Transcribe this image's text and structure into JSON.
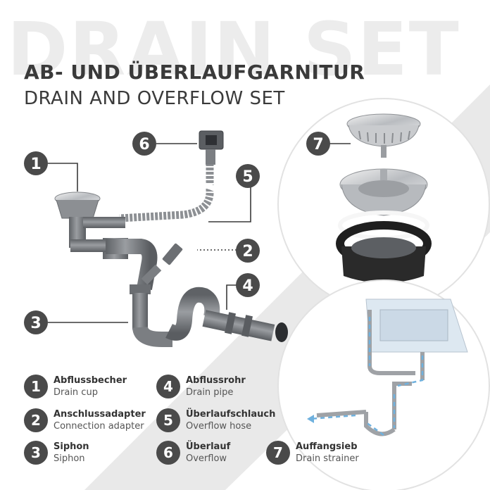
{
  "watermark": "DRAIN SET",
  "title": {
    "de": "AB- UND ÜBERLAUFGARNITUR",
    "en": "DRAIN AND OVERFLOW SET"
  },
  "callouts": [
    "1",
    "2",
    "3",
    "4",
    "5",
    "6",
    "7"
  ],
  "legend": [
    {
      "num": "1",
      "de": "Abflussbecher",
      "en": "Drain cup"
    },
    {
      "num": "2",
      "de": "Anschlussadapter",
      "en": "Connection adapter"
    },
    {
      "num": "3",
      "de": "Siphon",
      "en": "Siphon"
    },
    {
      "num": "4",
      "de": "Abflussrohr",
      "en": "Drain pipe"
    },
    {
      "num": "5",
      "de": "Überlaufschlauch",
      "en": "Overflow hose"
    },
    {
      "num": "6",
      "de": "Überlauf",
      "en": "Overflow"
    },
    {
      "num": "7",
      "de": "Auffangsieb",
      "en": "Drain strainer"
    }
  ],
  "colors": {
    "badge": "#4a4a4a",
    "pipe": "#7b7e82",
    "installation_blue": "#8fc3e6",
    "diagonal": "#e9e9e9"
  }
}
